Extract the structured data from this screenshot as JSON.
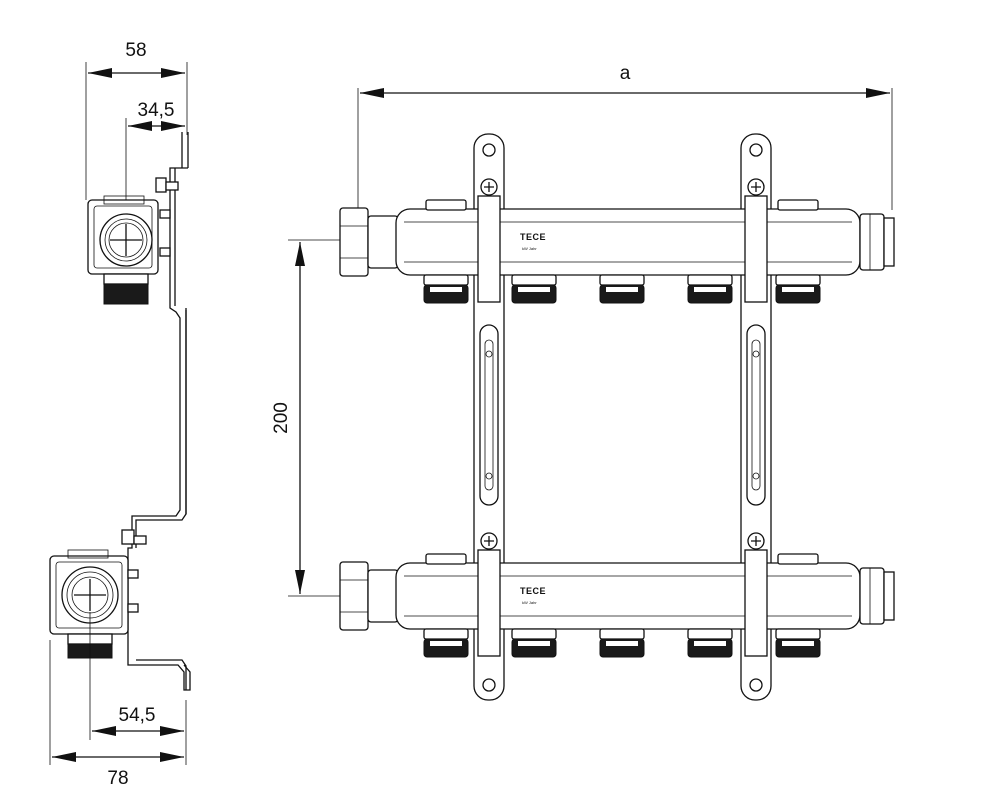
{
  "dimensions": {
    "width_top": "58",
    "offset_top": "34,5",
    "offset_bottom": "54,5",
    "width_bottom": "78",
    "height": "200",
    "length": "a"
  },
  "brand": {
    "name": "TECE",
    "sub": "kW   Jahr"
  },
  "outlets_per_bar": 5
}
